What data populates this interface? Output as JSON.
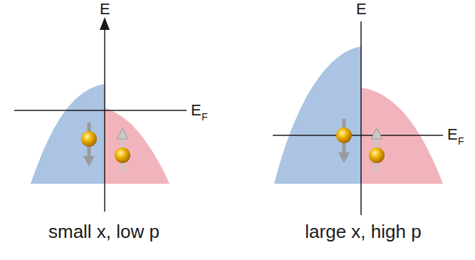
{
  "diagram": {
    "labels": [
      "E",
      "E",
      "F",
      "E",
      "E",
      "F",
      "small x, low p",
      "large x, high p"
    ]
  }
}
